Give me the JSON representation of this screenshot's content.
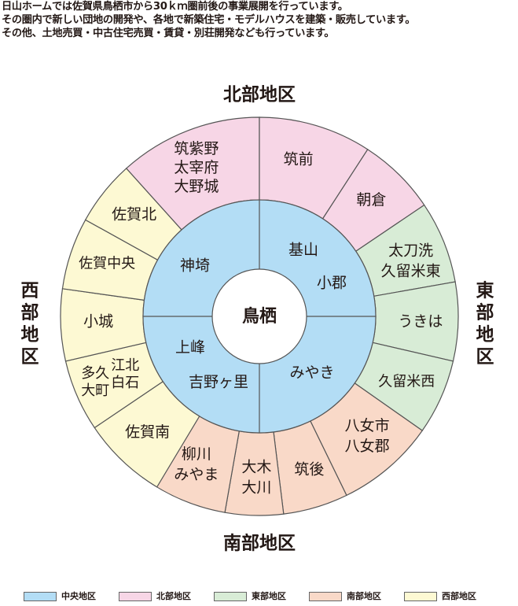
{
  "intro": {
    "line1": "日山ホームでは佐賀県鳥栖市から30ｋｍ圏前後の事業展開を行っています。",
    "line2": "その圏内で新しい団地の開発や、各地で新築住宅・モデルハウスを建築・販売しています。",
    "line3": "その他、土地売買・中古住宅売買・賃貸・別荘開発なども行っています。"
  },
  "center": {
    "label": "鳥栖"
  },
  "region_titles": {
    "north": "北部地区",
    "east": "東部地区",
    "south": "南部地区",
    "west": "西部地区"
  },
  "colors": {
    "central": "#b3ddf5",
    "north": "#f7d6e6",
    "east": "#d8ecd6",
    "south": "#f9d9c8",
    "west": "#fdf9d3",
    "stroke": "#555555"
  },
  "middle_ring": [
    {
      "id": "kanzaki",
      "lines": [
        "神埼"
      ]
    },
    {
      "id": "kiyama",
      "lines": [
        "基山"
      ]
    },
    {
      "id": "ogori",
      "lines": [
        "小郡"
      ]
    },
    {
      "id": "miyaki",
      "lines": [
        "みやき"
      ]
    },
    {
      "id": "kamimine",
      "lines": [
        "上峰"
      ]
    },
    {
      "id": "yoshinogari",
      "lines": [
        "吉野ヶ里"
      ]
    }
  ],
  "outer_ring": [
    {
      "id": "chikushino",
      "region": "north",
      "lines": [
        "筑紫野",
        "太宰府",
        "大野城"
      ]
    },
    {
      "id": "chikuzen",
      "region": "north",
      "lines": [
        "筑前"
      ]
    },
    {
      "id": "asakura",
      "region": "north",
      "lines": [
        "朝倉"
      ]
    },
    {
      "id": "tachiarai",
      "region": "east",
      "lines": [
        "太刀洗",
        "久留米東"
      ]
    },
    {
      "id": "ukiha",
      "region": "east",
      "lines": [
        "うきは"
      ]
    },
    {
      "id": "kurume-nishi",
      "region": "east",
      "lines": [
        "久留米西"
      ]
    },
    {
      "id": "yame",
      "region": "south",
      "lines": [
        "八女市",
        "八女郡"
      ]
    },
    {
      "id": "chikugo",
      "region": "south",
      "lines": [
        "筑後"
      ]
    },
    {
      "id": "okawa",
      "region": "south",
      "lines": [
        "大木",
        "大川"
      ]
    },
    {
      "id": "yanagawa",
      "region": "south",
      "lines": [
        "柳川",
        "みやま"
      ]
    },
    {
      "id": "saga-minami",
      "region": "west",
      "lines": [
        "佐賀南"
      ]
    },
    {
      "id": "taku-kohoku",
      "region": "west",
      "lines": [
        "多久",
        "大町"
      ],
      "lines_b": [
        "江北",
        "白石"
      ]
    },
    {
      "id": "ogi",
      "region": "west",
      "lines": [
        "小城"
      ]
    },
    {
      "id": "saga-chuo",
      "region": "west",
      "lines": [
        "佐賀中央"
      ]
    },
    {
      "id": "saga-kita",
      "region": "west",
      "lines": [
        "佐賀北"
      ]
    }
  ],
  "legend": [
    {
      "key": "central",
      "label": "中央地区"
    },
    {
      "key": "north",
      "label": "北部地区"
    },
    {
      "key": "east",
      "label": "東部地区"
    },
    {
      "key": "south",
      "label": "南部地区"
    },
    {
      "key": "west",
      "label": "西部地区"
    }
  ]
}
